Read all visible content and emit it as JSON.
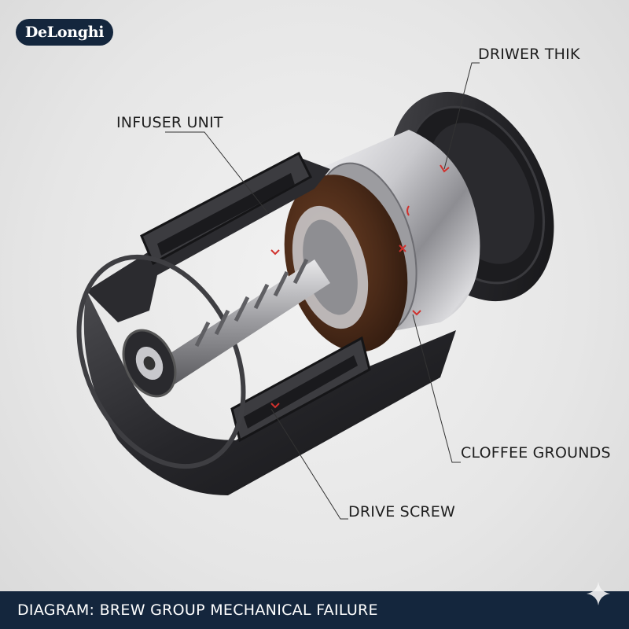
{
  "brand": {
    "logo_text": "DeLonghi"
  },
  "callouts": {
    "driver": "DRIWER THIK",
    "infuser": "INFUSER UNIT",
    "grounds": "CLOFFEE GROUNDS",
    "screw": "DRIVE SCREW"
  },
  "footer": {
    "title": "DIAGRAM: BREW GROUP MECHANICAL FAILURE"
  },
  "colors": {
    "navy": "#14263d",
    "housing": "#2a2a2d",
    "steel": "#b8b8bc",
    "grounds": "#4a2a1a",
    "marker_red": "#d0312d"
  },
  "icons": [
    "sparkle-icon",
    "failure-marker-icon"
  ]
}
